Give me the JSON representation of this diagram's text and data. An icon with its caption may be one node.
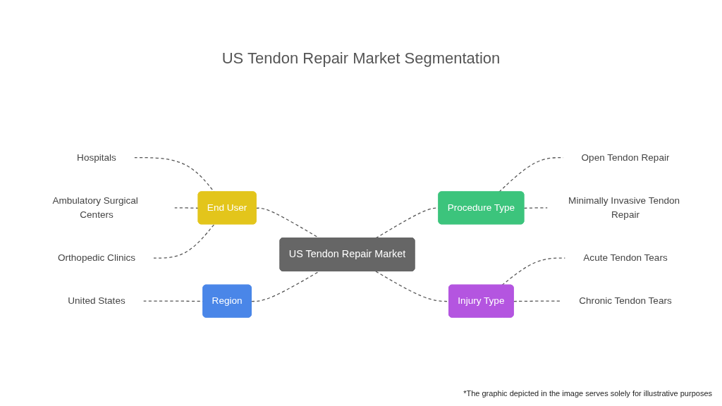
{
  "diagram": {
    "title": "US Tendon Repair Market Segmentation",
    "nodes": [
      {
        "text": [
          "US Tendon Repair Market"
        ]
      },
      {
        "text": [
          "End User"
        ]
      },
      {
        "text": [
          "Hospitals"
        ]
      },
      {
        "text": [
          "Ambulatory Surgical Centers"
        ]
      },
      {
        "text": [
          "Orthopedic Clinics"
        ]
      },
      {
        "text": [
          "Region"
        ]
      },
      {
        "text": [
          "United States"
        ]
      },
      {
        "text": [
          "Procedure Type"
        ]
      },
      {
        "text": [
          "Open Tendon Repair"
        ]
      },
      {
        "text": [
          "Minimally Invasive Tendon Repair"
        ]
      },
      {
        "text": [
          "Injury Type"
        ]
      },
      {
        "text": [
          "Acute Tendon Tears"
        ]
      },
      {
        "text": [
          "Chronic Tendon Tears"
        ]
      }
    ],
    "edges": [
      {
        "from": 1,
        "to": 0,
        "arrow": "none",
        "style": "dashed"
      },
      {
        "from": 2,
        "to": 1,
        "arrow": "none",
        "style": "dashed"
      },
      {
        "from": 3,
        "to": 1,
        "arrow": "none",
        "style": "dashed"
      },
      {
        "from": 4,
        "to": 1,
        "arrow": "none",
        "style": "dashed"
      },
      {
        "from": 5,
        "to": 0,
        "arrow": "none",
        "style": "dashed"
      },
      {
        "from": 6,
        "to": 5,
        "arrow": "none",
        "style": "dashed"
      },
      {
        "from": 0,
        "to": 7,
        "arrow": "none",
        "style": "dashed"
      },
      {
        "from": 7,
        "to": 8,
        "arrow": "none",
        "style": "dashed"
      },
      {
        "from": 7,
        "to": 9,
        "arrow": "none",
        "style": "dashed"
      },
      {
        "from": 0,
        "to": 10,
        "arrow": "none",
        "style": "dashed"
      },
      {
        "from": 10,
        "to": 11,
        "arrow": "none",
        "style": "dashed"
      },
      {
        "from": 10,
        "to": 12,
        "arrow": "none",
        "style": "dashed"
      }
    ],
    "labels": [
      "*The graphic depicted in the image serves solely for illustrative purposes"
    ]
  }
}
